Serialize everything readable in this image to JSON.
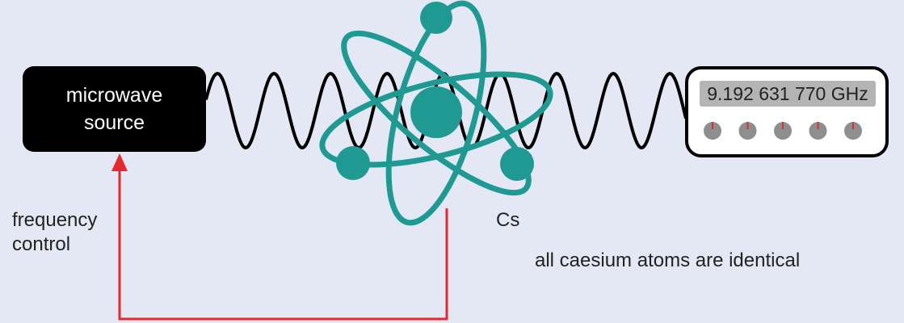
{
  "source": {
    "line1": "microwave",
    "line2": "source"
  },
  "counter": {
    "display": "9.192 631 770 GHz",
    "knob_count": 5
  },
  "feedback": {
    "line1": "frequency",
    "line2": "control"
  },
  "atom": {
    "symbol": "Cs"
  },
  "caption": "all caesium atoms are identical",
  "colors": {
    "background": "#e4e8f5",
    "atom": "#1f9a92",
    "arrow": "#e8262d",
    "wave": "#000000",
    "knob": "#8e8e8e"
  }
}
